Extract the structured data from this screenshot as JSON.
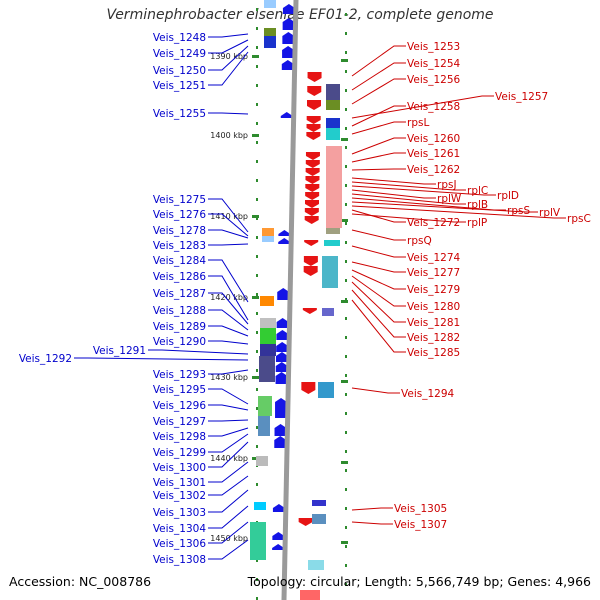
{
  "title": "Verminephrobacter eiseniae EF01-2, complete genome",
  "footer": {
    "accession": "Accession: NC_008786",
    "stats": "Topology: circular; Length: 5,566,749 bp; Genes: 4,966"
  },
  "colors": {
    "forward": "#1414e6",
    "reverse": "#e61414",
    "backbone": "#9a9a9a",
    "tick": "#2e8b2e",
    "label_left": "#0000cc",
    "label_right": "#cc0000"
  },
  "ticks": [
    {
      "kbp": 1390,
      "label": "1390 kbp"
    },
    {
      "kbp": 1400,
      "label": "1400 kbp"
    },
    {
      "kbp": 1410,
      "label": "1410 kbp"
    },
    {
      "kbp": 1420,
      "label": "1420 kbp"
    },
    {
      "kbp": 1430,
      "label": "1430 kbp"
    },
    {
      "kbp": 1440,
      "label": "1440 kbp"
    },
    {
      "kbp": 1450,
      "label": "1450 kbp"
    }
  ],
  "forward_labels": [
    "Veis_1248",
    "Veis_1249",
    "Veis_1250",
    "Veis_1251",
    "Veis_1255",
    "Veis_1275",
    "Veis_1276",
    "Veis_1278",
    "Veis_1283",
    "Veis_1284",
    "Veis_1286",
    "Veis_1287",
    "Veis_1288",
    "Veis_1289",
    "Veis_1290",
    "Veis_1291",
    "Veis_1292",
    "Veis_1293",
    "Veis_1295",
    "Veis_1296",
    "Veis_1297",
    "Veis_1298",
    "Veis_1299",
    "Veis_1300",
    "Veis_1301",
    "Veis_1302",
    "Veis_1303",
    "Veis_1304",
    "Veis_1306",
    "Veis_1308"
  ],
  "reverse_labels": [
    "Veis_1253",
    "Veis_1254",
    "Veis_1256",
    "Veis_1257",
    "Veis_1258",
    "rpsL",
    "Veis_1260",
    "Veis_1261",
    "Veis_1262",
    "rpsJ",
    "rplC",
    "rplD",
    "rplW",
    "rplB",
    "rpsS",
    "rplV",
    "rpsC",
    "Veis_1272",
    "rplP",
    "rpsQ",
    "Veis_1274",
    "Veis_1277",
    "Veis_1279",
    "Veis_1280",
    "Veis_1281",
    "Veis_1282",
    "Veis_1285",
    "Veis_1294",
    "Veis_1305",
    "Veis_1307"
  ]
}
